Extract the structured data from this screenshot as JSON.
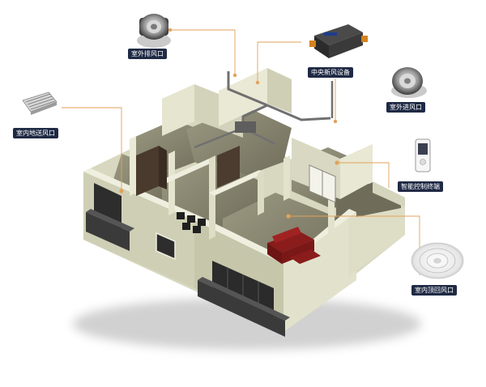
{
  "labels": {
    "outdoor_exhaust": "室外排风口",
    "central_unit": "中央新风设备",
    "outdoor_intake": "室外进风口",
    "floor_supply": "室内地送风口",
    "smart_controller": "智能控制终端",
    "ceiling_return": "室内顶回风口"
  },
  "colors": {
    "label_bg": "#1f2a44",
    "label_text": "#ffffff",
    "leader_line": "#e2a25a",
    "duct": "#707070",
    "wall_top": "#ededdc",
    "wall_side": "#cfcfb5",
    "floor": "#8f8d76",
    "sofa": "#8a1c1c"
  },
  "icons": {
    "outdoor_exhaust": "round-exhaust-vent-icon",
    "central_unit": "ventilation-unit-icon",
    "outdoor_intake": "round-intake-vent-icon",
    "floor_supply": "linear-floor-grille-icon",
    "smart_controller": "wall-controller-icon",
    "ceiling_return": "ceiling-diffuser-icon"
  }
}
